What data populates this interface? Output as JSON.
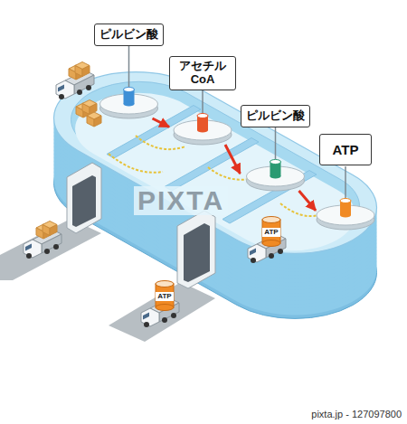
{
  "diagram": {
    "nodes": [
      {
        "text": [
          "ピルビン酸"
        ]
      },
      {
        "text": [
          "アセチル CoA"
        ]
      },
      {
        "text": [
          "ピルビン酸"
        ]
      },
      {
        "text": [
          "ATP"
        ]
      }
    ],
    "edges": [
      {
        "from": 0,
        "to": 1,
        "arrow": "to"
      },
      {
        "from": 1,
        "to": 2,
        "arrow": "to"
      },
      {
        "from": 2,
        "to": 3,
        "arrow": "to"
      }
    ],
    "labels": [
      "ATP",
      "ATP",
      "PIXTA",
      "pixta.jp - 127097800"
    ]
  }
}
